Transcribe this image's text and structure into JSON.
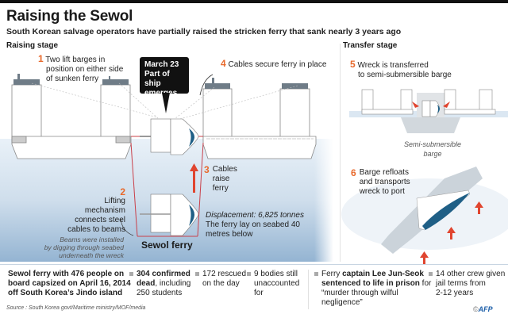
{
  "header": {
    "title": "Raising the Sewol",
    "subtitle": "South Korean salvage operators have partially raised the stricken ferry that sank nearly 3 years ago"
  },
  "raising_stage": {
    "label": "Raising stage",
    "callout": [
      "March 23",
      "Part of ship",
      "emerges"
    ],
    "steps": [
      {
        "num": "1",
        "lines": [
          "Two lift barges in",
          "position on either side",
          "of sunken ferry"
        ]
      },
      {
        "num": "2",
        "lines": [
          "Lifting mechanism",
          "connects steel",
          "cables to beams"
        ]
      },
      {
        "num": "3",
        "lines": [
          "Cables",
          "raise",
          "ferry"
        ]
      },
      {
        "num": "4",
        "lines": [
          "Cables secure ferry in place"
        ]
      }
    ],
    "beams_note": [
      "Beams were installed",
      "by digging through seabed",
      "underneath the wreck"
    ],
    "displacement": "Displacement: 6,825 tonnes",
    "seabed_note": [
      "The ferry lay on seabed 40",
      "metres below"
    ],
    "ferry_label": "Sewol ferry"
  },
  "transfer_stage": {
    "label": "Transfer stage",
    "steps": [
      {
        "num": "5",
        "lines": [
          "Wreck is transferred",
          "to semi-submersible barge"
        ]
      },
      {
        "num": "6",
        "lines": [
          "Barge refloats",
          "and transports",
          "wreck to port"
        ]
      }
    ],
    "barge_label": [
      "Semi-submersible",
      "barge"
    ]
  },
  "facts": {
    "summary": [
      "Sewol ferry with 476 people on",
      "board capsized on April 16, 2014",
      "off South Korea’s Jindo island"
    ],
    "dead_bold": "304 confirmed",
    "dead_bold2": "dead",
    "dead_rest": ", including",
    "dead_rest2": "250 students",
    "rescued": [
      "172 rescued",
      "on the day"
    ],
    "unaccounted": [
      "9 bodies still",
      "unaccounted",
      "for"
    ],
    "captain_pre": "Ferry ",
    "captain_bold": "captain Lee Jun-Seok",
    "captain_bold2": "sentenced to life in prison",
    "captain_rest": " for",
    "captain_rest2": "“murder through wilful",
    "captain_rest3": "negligence”",
    "crew": [
      "14 other crew given",
      "jail terms from",
      "2-12 years"
    ]
  },
  "footer": {
    "source": "Source : South Korea govt/Maritime ministry/MOF/media",
    "copyright": "©",
    "agency": "AFP"
  },
  "colors": {
    "accent": "#e8692b",
    "hull": "#1f5f86",
    "cable": "#c9404a",
    "arrow": "#e0452f",
    "water": "#a9c4de"
  }
}
